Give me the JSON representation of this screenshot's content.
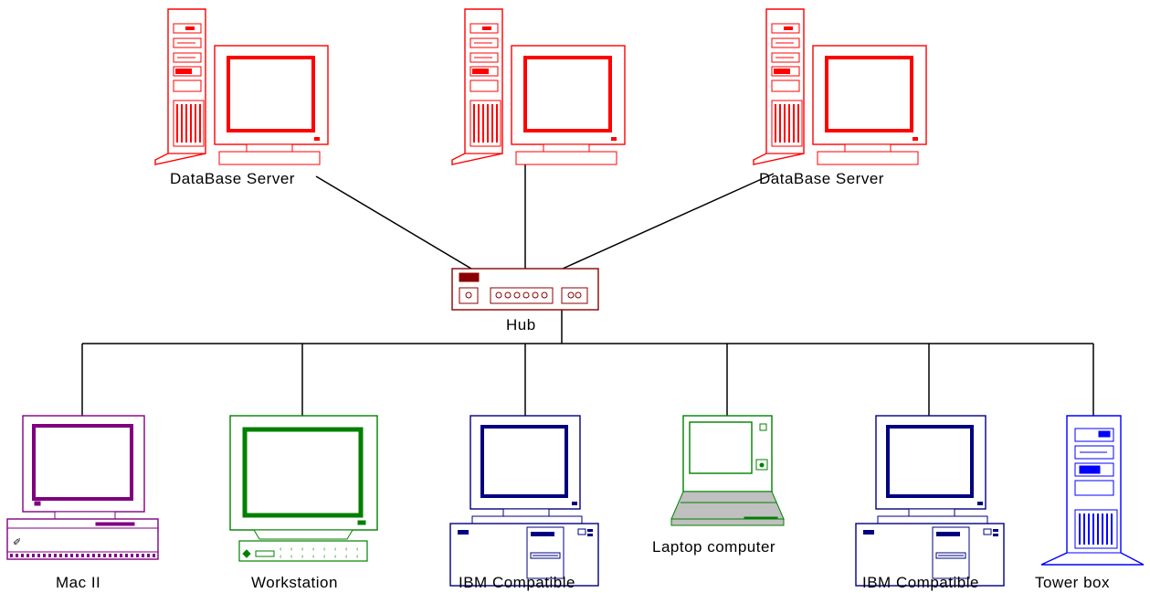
{
  "colors": {
    "server": "#ff0000",
    "hub": "#8b0000",
    "mac": "#800080",
    "workstation": "#008000",
    "ibm": "#000080",
    "laptop": "#008000",
    "tower": "#0000ff",
    "cable": "#000000"
  },
  "labels": {
    "server_left": "DataBase Server",
    "server_right": "DataBase Server",
    "hub": "Hub",
    "mac": "Mac II",
    "workstation": "Workstation",
    "ibm_1": "IBM Compatible",
    "laptop": "Laptop computer",
    "ibm_2": "IBM Compatible",
    "tower": "Tower box"
  }
}
